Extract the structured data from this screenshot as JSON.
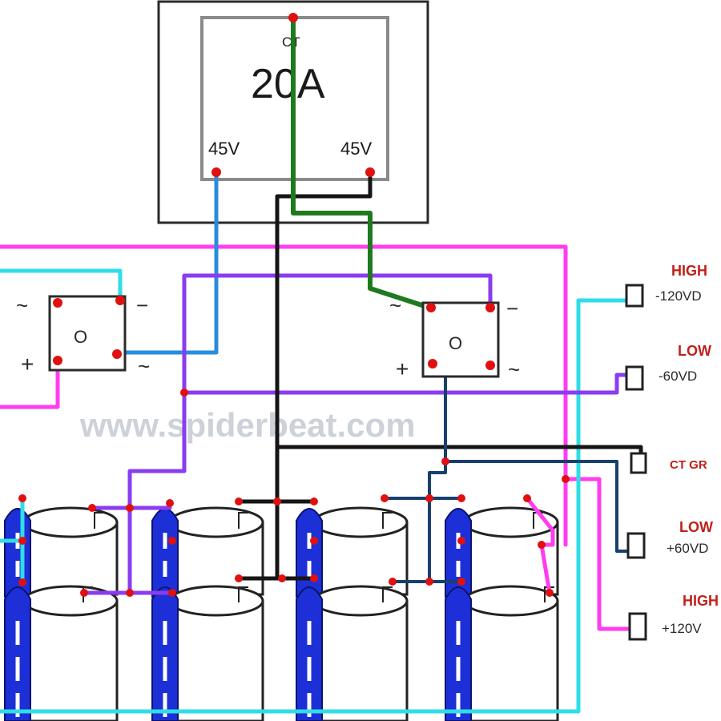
{
  "transformer": {
    "rating": "20A",
    "center_tap": "CT",
    "winding_left": "45V",
    "winding_right": "45V"
  },
  "rectifiers": {
    "left": {
      "ac_left": "~",
      "dc_neg": "−",
      "dc_pos": "+",
      "ac_right": "~",
      "center": "O"
    },
    "right": {
      "ac_left": "~",
      "dc_neg": "−",
      "dc_pos": "+",
      "ac_right": "~",
      "center": "O"
    }
  },
  "outputs": [
    {
      "name": "HIGH",
      "value": "-120VD"
    },
    {
      "name": "LOW",
      "value": "-60VD"
    },
    {
      "name": "CT GR",
      "value": ""
    },
    {
      "name": "LOW",
      "value": "+60VD"
    },
    {
      "name": "HIGH",
      "value": "+120V"
    }
  ],
  "watermark": "www.spiderbeat.com",
  "colors": {
    "wire_black": "#151515",
    "wire_green": "#1f7a1f",
    "wire_blue": "#2a8cdc",
    "wire_cyan": "#2fdde6",
    "wire_magenta": "#ff3cf0",
    "wire_purple": "#8a3cf0",
    "wire_navy": "#17406e",
    "terminal": "#e01010",
    "capacitor_sleeve": "#1d2fd6"
  }
}
